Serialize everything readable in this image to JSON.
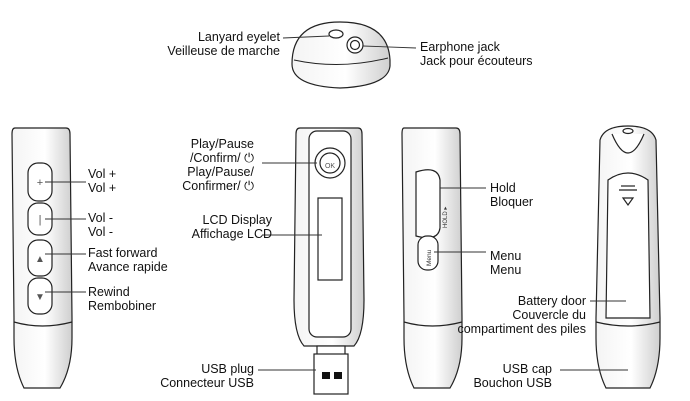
{
  "labels": {
    "lanyard": {
      "en": "Lanyard eyelet",
      "fr": "Veilleuse de marche"
    },
    "earphone": {
      "en": "Earphone jack",
      "fr": "Jack pour écouteurs"
    },
    "vol_plus": {
      "en": "Vol +",
      "fr": "Vol +"
    },
    "vol_minus": {
      "en": "Vol -",
      "fr": "Vol -"
    },
    "fast_forward": {
      "en": "Fast forward",
      "fr": "Avance rapide"
    },
    "rewind": {
      "en": "Rewind",
      "fr": "Rembobiner"
    },
    "play_pause": {
      "en_line1": "Play/Pause",
      "en_line2": "/Confirm/ ⏻",
      "fr_line1": "Play/Pause/",
      "fr_line2": "Confirmer/ ⏻"
    },
    "lcd": {
      "en": "LCD Display",
      "fr": "Affichage LCD"
    },
    "usb_plug": {
      "en": "USB plug",
      "fr": "Connecteur USB"
    },
    "hold": {
      "en": "Hold",
      "fr": "Bloquer"
    },
    "menu": {
      "en": "Menu",
      "fr": "Menu"
    },
    "battery": {
      "en": "Battery door",
      "fr_line1": "Couvercle du",
      "fr_line2": "compartiment des piles"
    },
    "usb_cap": {
      "en": "USB cap",
      "fr": "Bouchon USB"
    }
  },
  "device_markings": {
    "hold_switch": "HOLD ▸",
    "menu_button": "Menu",
    "play_button": "OK"
  },
  "colors": {
    "outline": "#222222",
    "body_fill": "#ffffff",
    "shade": "#dcdcdc",
    "leader": "#333333"
  }
}
